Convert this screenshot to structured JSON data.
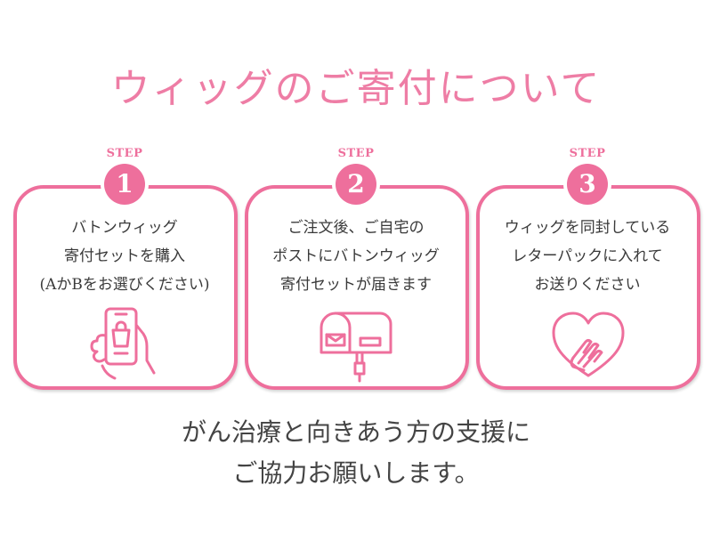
{
  "title": "ウィッグのご寄付について",
  "colors": {
    "accent": "#ee6f9c",
    "title": "#ee7da5",
    "text": "#3a3a3a"
  },
  "steps": [
    {
      "label": "STEP",
      "number": "1",
      "lines": [
        "バトンウィッグ",
        "寄付セットを購入",
        "(AかBをお選びください)"
      ],
      "icon": "smartphone-shopping-icon"
    },
    {
      "label": "STEP",
      "number": "2",
      "lines": [
        "ご注文後、ご自宅の",
        "ポストにバトンウィッグ",
        "寄付セットが届きます"
      ],
      "icon": "mailbox-icon"
    },
    {
      "label": "STEP",
      "number": "3",
      "lines": [
        "ウィッグを同封している",
        "レターパックに入れて",
        "お送りください"
      ],
      "icon": "heart-hands-icon"
    }
  ],
  "footer": {
    "line1": "がん治療と向きあう方の支援に",
    "line2": "ご協力お願いします。"
  }
}
